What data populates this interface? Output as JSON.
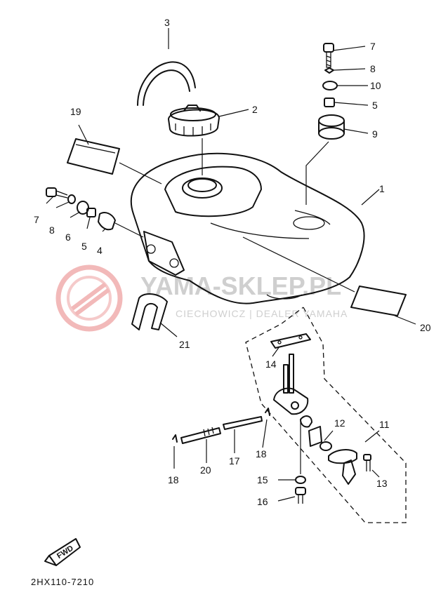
{
  "figure": {
    "code": "2HX110-7210",
    "fwd_label": "FWD"
  },
  "watermark": {
    "brand": "YAMA-SKLEP.PL",
    "sub": "CIECHOWICZ | DEALER YAMAHA"
  },
  "callouts": [
    {
      "id": "c1",
      "label": "1"
    },
    {
      "id": "c2",
      "label": "2"
    },
    {
      "id": "c3",
      "label": "3"
    },
    {
      "id": "c4",
      "label": "4"
    },
    {
      "id": "c5a",
      "label": "5"
    },
    {
      "id": "c5b",
      "label": "5"
    },
    {
      "id": "c6",
      "label": "6"
    },
    {
      "id": "c7a",
      "label": "7"
    },
    {
      "id": "c7b",
      "label": "7"
    },
    {
      "id": "c8a",
      "label": "8"
    },
    {
      "id": "c8b",
      "label": "8"
    },
    {
      "id": "c9",
      "label": "9"
    },
    {
      "id": "c10",
      "label": "10"
    },
    {
      "id": "c11",
      "label": "11"
    },
    {
      "id": "c12",
      "label": "12"
    },
    {
      "id": "c13",
      "label": "13"
    },
    {
      "id": "c14",
      "label": "14"
    },
    {
      "id": "c15",
      "label": "15"
    },
    {
      "id": "c16",
      "label": "16"
    },
    {
      "id": "c17",
      "label": "17"
    },
    {
      "id": "c18a",
      "label": "18"
    },
    {
      "id": "c18b",
      "label": "18"
    },
    {
      "id": "c19",
      "label": "19"
    },
    {
      "id": "c20a",
      "label": "20"
    },
    {
      "id": "c20b",
      "label": "20"
    },
    {
      "id": "c21",
      "label": "21"
    }
  ]
}
